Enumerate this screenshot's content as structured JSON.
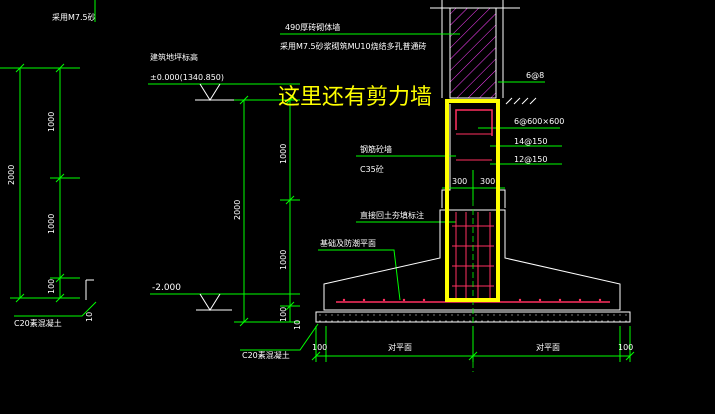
{
  "annotation": {
    "text": "这里还有剪力墙",
    "color": "#ffff00"
  },
  "labels": {
    "top_left": "采用M7.5砂",
    "wall_490": "490厚砖砌体墙",
    "wall_mortar": "采用M7.5砂浆砌筑MU10烧结多孔普通砖",
    "ground_title": "建筑地坪标高",
    "ground_elev": "±0.000(1340.850)",
    "concrete_grade_label": "钢筋砼墙",
    "concrete_grade": "C35砼",
    "bury_level": "直接回土夯填标注",
    "foundation_note": "基础及防潮平面",
    "bottom_elev": "-2.000",
    "cushion_left": "C20素混凝土",
    "cushion_main": "C20素混凝土",
    "dim_300a": "300",
    "dim_300b": "300",
    "rebar_1": "6@8",
    "rebar_2": "6@600×600",
    "rebar_3": "14@150",
    "rebar_4": "12@150",
    "dim_1000_left": "1000",
    "dim_2000_left": "2000",
    "dim_1000b_left": "1000",
    "dim_100_left": "100",
    "dim_10_left": "10",
    "dim_1000_main": "1000",
    "dim_2000_main": "2000",
    "dim_1000b_main": "1000",
    "dim_100_main": "100",
    "dim_10_main": "10",
    "dim_100_bl": "100",
    "dim_100_br": "100",
    "dim_half_left": "对平面",
    "dim_half_right": "对平面"
  },
  "colors": {
    "dim_line": "#00ff00",
    "concrete": "#ffffff",
    "rebar": "#ff3060",
    "hatch": "#ff40ff",
    "leader": "#00ff00",
    "highlight": "#ffff00"
  }
}
